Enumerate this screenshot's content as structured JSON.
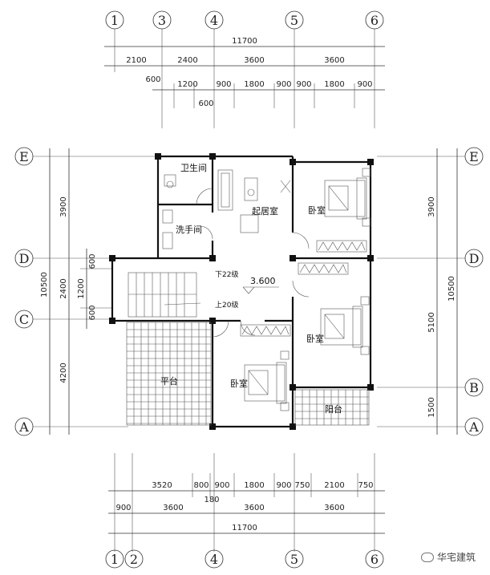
{
  "axes": {
    "top": [
      "1",
      "3",
      "4",
      "5",
      "6"
    ],
    "bottom": [
      "1",
      "2",
      "4",
      "5",
      "6"
    ],
    "left": [
      "E",
      "D",
      "C",
      "A"
    ],
    "right": [
      "E",
      "D",
      "B",
      "A"
    ]
  },
  "top_dims": {
    "total": "11700",
    "row1": [
      "2100",
      "2400",
      "3600",
      "3600"
    ],
    "row2": [
      "600",
      "1200",
      "900",
      "1800",
      "900",
      "900",
      "1800",
      "900"
    ],
    "extra": "600"
  },
  "bottom_dims": {
    "row1": [
      "3520",
      "800",
      "900",
      "1800",
      "900",
      "750",
      "2100",
      "750"
    ],
    "extra": "180",
    "row2": [
      "900",
      "3600",
      "3600",
      "3600"
    ],
    "total": "11700"
  },
  "left_dims": {
    "outer": [
      "3900",
      "10500",
      "4200"
    ],
    "inner": [
      "2400"
    ],
    "stair": [
      "600",
      "1200",
      "600"
    ]
  },
  "right_dims": {
    "outer": [
      "3900",
      "10500",
      "5100",
      "1500"
    ]
  },
  "rooms": {
    "toilet": "卫生间",
    "washroom": "洗手间",
    "living": "起居室",
    "bed1": "卧室",
    "bed2": "卧室",
    "bed3": "卧室",
    "terrace": "平台",
    "balcony": "阳台"
  },
  "stairs": {
    "down": "下22级",
    "up": "上20级"
  },
  "level": "3.600",
  "watermark": "华宅建筑",
  "colors": {
    "line": "#333333",
    "wall": "#111111",
    "bg": "#ffffff"
  }
}
